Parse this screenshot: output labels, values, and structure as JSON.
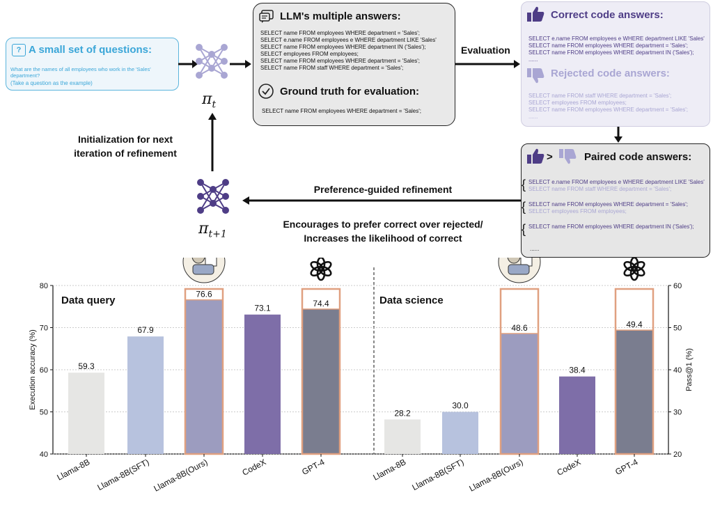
{
  "questions": {
    "title": "A small set of questions:",
    "text": "What are the names of all employees who work in the 'Sales' department?",
    "note": "(Take a question as the example)"
  },
  "policy": {
    "pi_t": "π",
    "pi_t_sub": "t",
    "pi_next": "π",
    "pi_next_sub": "t+1"
  },
  "llm_box": {
    "title": "LLM's multiple answers:",
    "answers": [
      "SELECT name FROM employees WHERE department = 'Sales';",
      "SELECT e.name FROM employees e WHERE department LIKE 'Sales'",
      "SELECT name FROM employees WHERE department IN ('Sales');",
      "SELECT employees FROM employees;",
      "SELECT name FROM employees WHERE department = 'Sales';",
      "SELECT name FROM staff WHERE department = 'Sales';"
    ],
    "gt_title": "Ground truth for evaluation:",
    "gt_text": "SELECT name FROM employees WHERE department = 'Sales';"
  },
  "evaluation_label": "Evaluation",
  "eval_box": {
    "correct_title": "Correct code answers:",
    "correct": [
      "SELECT e.name FROM employees e WHERE department LIKE 'Sales'",
      "SELECT name FROM employees WHERE department = 'Sales';",
      "SELECT name FROM employees WHERE department IN ('Sales');"
    ],
    "ellipsis": "......",
    "rejected_title": "Rejected code answers:",
    "rejected": [
      "SELECT name FROM staff WHERE department = 'Sales';",
      "SELECT employees FROM employees;",
      "SELECT name FROM employees WHERE department = 'Sales';"
    ]
  },
  "paired_box": {
    "gt_symbol": ">",
    "title": "Paired code answers:",
    "pairs": [
      {
        "good": "SELECT e.name FROM employees e WHERE department LIKE 'Sales'",
        "bad": "SELECT name FROM staff WHERE department = 'Sales';"
      },
      {
        "good": "SELECT name FROM employees WHERE department = 'Sales';",
        "bad": "SELECT employees FROM employees;"
      },
      {
        "good": "SELECT name FROM employees WHERE department IN ('Sales');",
        "bad": ""
      }
    ],
    "ellipsis": "......"
  },
  "refinement_label": "Preference-guided refinement",
  "encourages_label": "Encourages to prefer correct over rejected/\nIncreases the likelihood of correct",
  "init_label": "Initialization for next\niteration of refinement",
  "colors": {
    "q_border": "#5ab4dc",
    "q_title": "#3aa6d8",
    "dark_purple": "#4e3d86",
    "light_purple": "#a9a6d3",
    "highlight": "#e0a080"
  },
  "chart_data": [
    {
      "type": "bar",
      "title": "Data query",
      "categories": [
        "Llama-8B",
        "Llama-8B(SFT)",
        "Llama-8B(Ours)",
        "CodeX",
        "GPT-4"
      ],
      "values": [
        59.3,
        67.9,
        76.6,
        73.1,
        74.4
      ],
      "value_labels": [
        "59.3",
        "67.9",
        "76.6",
        "73.1",
        "74.4"
      ],
      "ylabel": "Execution accuracy (%)",
      "ylim": [
        40,
        80
      ],
      "yticks": [
        "40",
        "50",
        "60",
        "70",
        "80"
      ],
      "colors": [
        "#e6e6e4",
        "#b7c2de",
        "#9c9cbf",
        "#7e6ea8",
        "#7a7d8f"
      ],
      "highlighted": [
        "Llama-8B(Ours)",
        "GPT-4"
      ],
      "icons": {
        "Llama-8B(Ours)": "sql-bot-icon",
        "GPT-4": "openai-icon"
      }
    },
    {
      "type": "bar",
      "title": "Data science",
      "categories": [
        "Llama-8B",
        "Llama-8B(SFT)",
        "Llama-8B(Ours)",
        "CodeX",
        "GPT-4"
      ],
      "values": [
        28.2,
        30.0,
        48.6,
        38.4,
        49.4
      ],
      "value_labels": [
        "28.2",
        "30.0",
        "48.6",
        "38.4",
        "49.4"
      ],
      "ylabel": "Pass@1 (%)",
      "ylim": [
        20,
        60
      ],
      "yticks": [
        "20",
        "30",
        "40",
        "50",
        "60"
      ],
      "colors": [
        "#e6e6e4",
        "#b7c2de",
        "#9c9cbf",
        "#7e6ea8",
        "#7a7d8f"
      ],
      "highlighted": [
        "Llama-8B(Ours)",
        "GPT-4"
      ],
      "icons": {
        "Llama-8B(Ours)": "sql-bot-icon",
        "GPT-4": "openai-icon"
      }
    }
  ]
}
